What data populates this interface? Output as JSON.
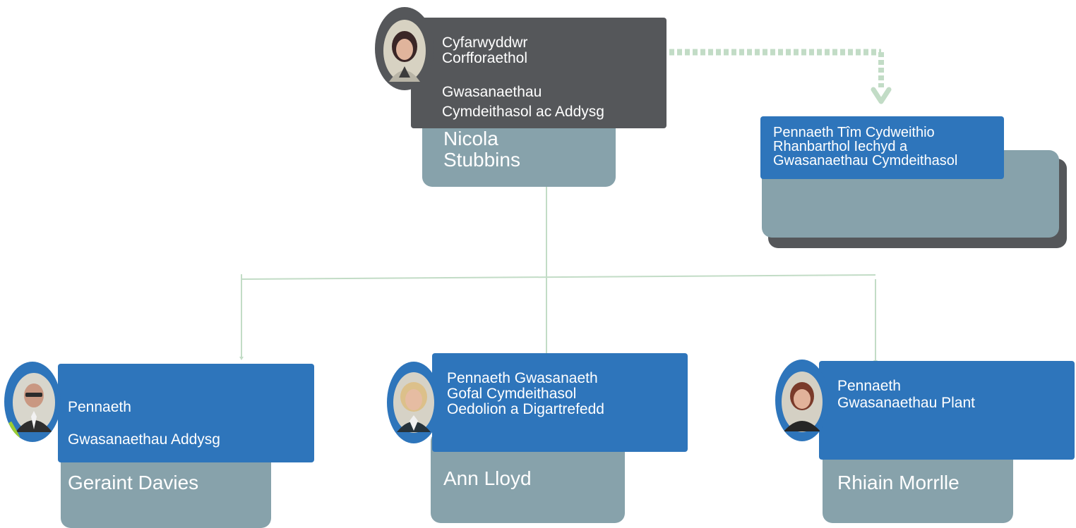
{
  "director": {
    "name": "Nicola\nStubbins",
    "title_line1": "Cyfarwyddwr",
    "title_line2": "Corfforaethol",
    "title_line3": "Gwasanaethau",
    "title_line4": "Cymdeithasol ac Addysg"
  },
  "partnership": {
    "title_line1": "Pennaeth Tîm Cydweithio",
    "title_line2": "Rhanbarthol Iechyd a",
    "title_line3": "Gwasanaethau Cymdeithasol"
  },
  "education": {
    "name": "Geraint Davies",
    "title_line1": "Pennaeth",
    "title_line2": "Gwasanaethau Addysg"
  },
  "adult": {
    "name": "Ann Lloyd",
    "title_line1": "Pennaeth Gwasanaeth",
    "title_line2": "Gofal Cymdeithasol",
    "title_line3": "Oedolion a Digartrefedd"
  },
  "children": {
    "name": "Rhiain Morrlle",
    "title_line1": "Pennaeth",
    "title_line2": "Gwasanaethau Plant"
  },
  "colors": {
    "title_blue": "#2e75bb",
    "title_dark": "#55575a",
    "name_grey": "#87a2ab",
    "connector": "#c2dcc6"
  }
}
